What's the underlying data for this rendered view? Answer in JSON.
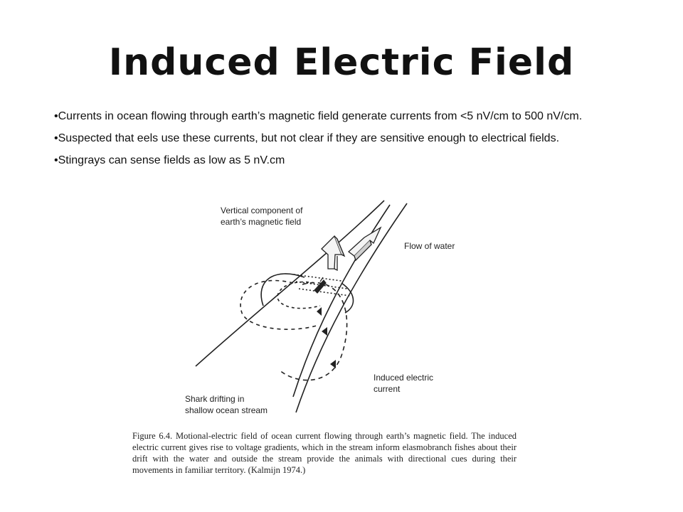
{
  "slide": {
    "title": "Induced Electric Field",
    "bullets": [
      "Currents in ocean flowing through earth’s magnetic field generate currents from <5 nV/cm to 500 nV/cm.",
      "Suspected that eels use these currents, but not clear if they are sensitive enough to electrical fields.",
      "Stingrays can sense fields as low as 5 nV.cm"
    ]
  },
  "figure": {
    "labels": {
      "vertical_component": "Vertical component of\nearth’s magnetic field",
      "flow_of_water": "Flow of water",
      "induced_current": "Induced electric\ncurrent",
      "shark": "Shark drifting in\nshallow ocean stream"
    },
    "caption": "Figure 6.4. Motional-electric field of ocean current flowing through earth’s magnetic field. The induced electric current gives rise to voltage gradients, which in the stream inform elasmobranch fishes about their drift with the water and outside the stream provide the animals with directional cues during their movements in familiar territory. (Kalmijn 1974.)"
  }
}
